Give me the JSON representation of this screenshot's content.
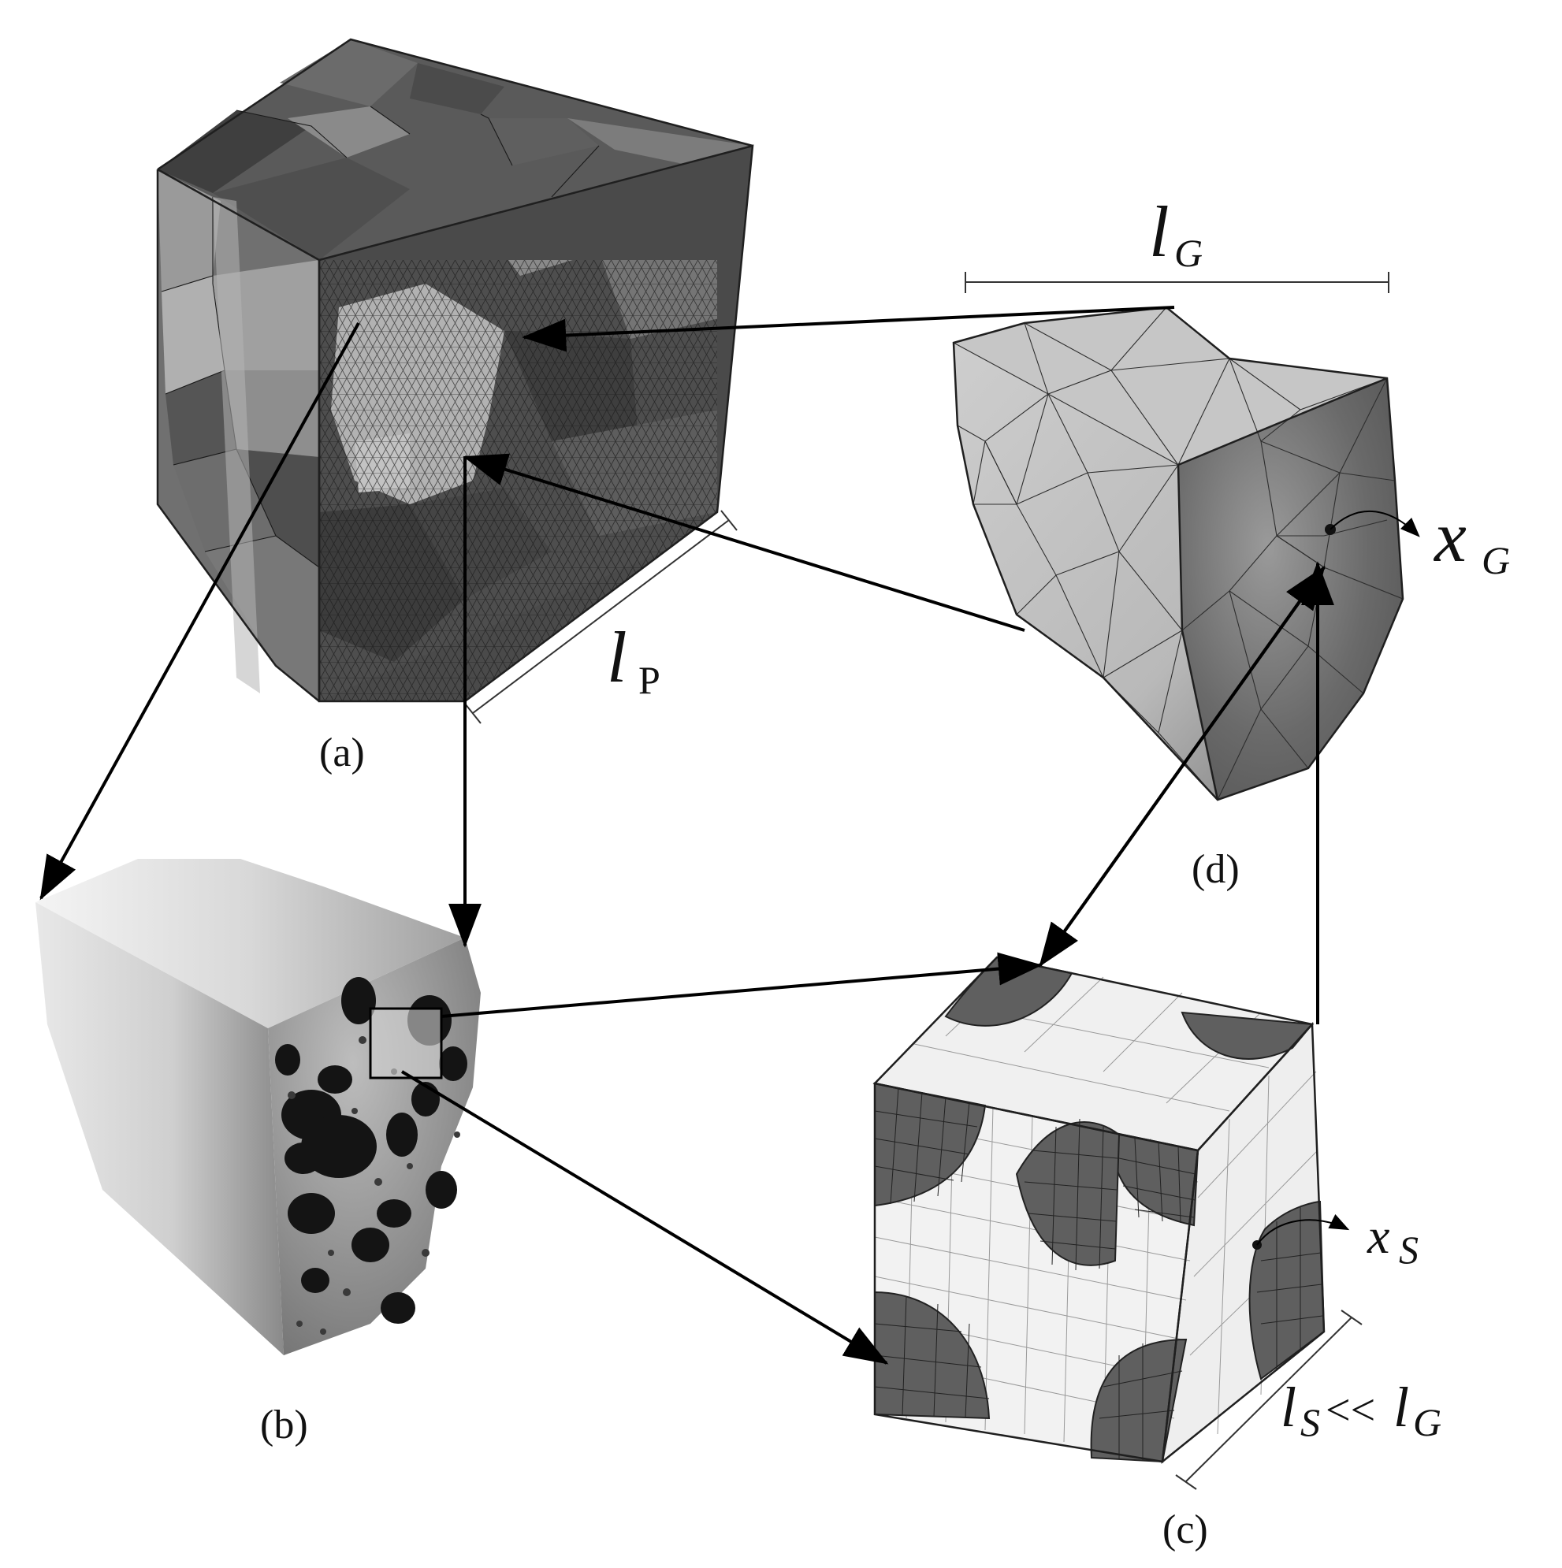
{
  "panel_labels": {
    "a": "(a)",
    "b": "(b)",
    "c": "(c)",
    "d": "(d)"
  },
  "dimensions": {
    "lP": {
      "main": "l",
      "sub": "P"
    },
    "lG": {
      "main": "l",
      "sub": "G"
    },
    "xG": {
      "main": "x",
      "sub": "G"
    },
    "xS": {
      "main": "x",
      "sub": "S"
    },
    "lS_lG": {
      "main1": "l",
      "sub1": "S",
      "op": "<<",
      "main2": "l",
      "sub2": "G"
    }
  },
  "colors": {
    "background": "#ffffff",
    "grain_dark": "#4a4a4a",
    "grain_mid": "#6f6f6f",
    "grain_light": "#a9a9a9",
    "mesh_line": "#1f1f1f",
    "matrix_white": "#f2f2f2",
    "particle_dark": "#5a5a5a",
    "arrow": "#000000"
  }
}
